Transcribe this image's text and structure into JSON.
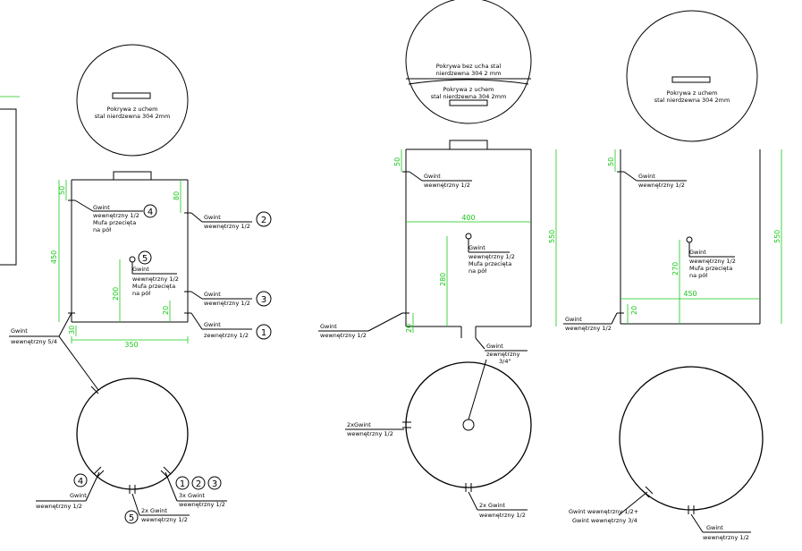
{
  "labels": {
    "lid_handle_1": "Pokrywa z uchem",
    "lid_handle_2": "stal nierdzewna 304 2mm",
    "lid_nohandle_1": "Pokrywa bez ucha stal",
    "lid_nohandle_2": "nierdzewna 304 2 mm",
    "lid_handle_b1": "Pokrywa z uchem",
    "lid_handle_b2": "stal nierdzewna 304 2mm",
    "gwint": "Gwint",
    "wewn_12": "wewnętrzny 1/2",
    "wewn_54": "wewnętrzny 5/4",
    "wewn_34": "wewnętrzny 3/4",
    "wewn_12plus": "wewnętrzny 1/2+",
    "zewn_12": "zewnętrzny 1/2",
    "zewn": "zewnętrzny",
    "three_quarter": "3/4\"",
    "mufa": "Mufa przecięta",
    "na_pol": "na pół",
    "gwint_wewn_12plus": "Gwint  wewnętrzny  1/2+",
    "gwint_wewn_34": "Gwint  wewnętrzny  3/4",
    "two_gwint": "2x  Gwint",
    "three_gwint": "3x  Gwint",
    "twox_gwint": "2xGwint"
  },
  "markers": [
    "1",
    "2",
    "3",
    "4",
    "5"
  ],
  "dimensions": {
    "d50": "50",
    "d80": "80",
    "d450": "450",
    "d200": "200",
    "d20": "20",
    "d30": "30",
    "d350": "350",
    "d400": "400",
    "d280": "280",
    "d550": "550",
    "d270": "270"
  },
  "colors": {
    "line": "#000000",
    "dimension": "#19c819"
  }
}
